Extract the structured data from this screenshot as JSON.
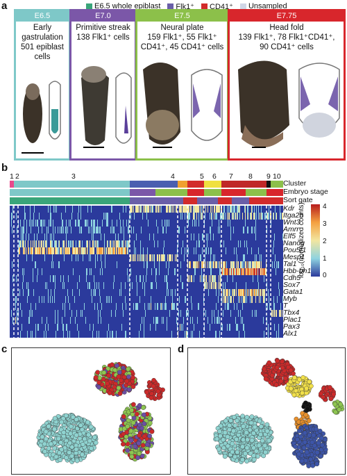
{
  "panel_labels": {
    "a": "a",
    "b": "b",
    "c": "c",
    "d": "d"
  },
  "legend": [
    {
      "label": "E6.5 whole epiblast",
      "color": "#3aa57a"
    },
    {
      "label": "Flk1⁺",
      "color": "#6a5fa8"
    },
    {
      "label": "CD41⁺",
      "color": "#d22b2b"
    },
    {
      "label": "Unsampled",
      "color": "#cfd6e6"
    }
  ],
  "stages": [
    {
      "name": "E6.5",
      "color": "#7ec8c8",
      "lines": [
        "Early",
        "gastrulation",
        "501 epiblast",
        "cells"
      ]
    },
    {
      "name": "E7.0",
      "color": "#7b57a8",
      "lines": [
        "Primitive streak",
        "138 Flk1⁺ cells"
      ]
    },
    {
      "name": "E7.5",
      "color": "#8cc04a",
      "lines": [
        "Neural plate",
        "159 Flk1⁺, 55 Flk1⁺",
        "CD41⁺, 45 CD41⁺ cells"
      ]
    },
    {
      "name": "E7.75",
      "color": "#d8262c",
      "lines": [
        "Head fold",
        "139 Flk1⁺, 78 Flk1⁺CD41⁺,",
        "90 CD41⁺ cells"
      ]
    }
  ],
  "heatmap": {
    "cluster_numbers": [
      "1",
      "2",
      "3",
      "4",
      "5",
      "6",
      "7",
      "8",
      "9",
      "10"
    ],
    "row_labels": [
      "Cluster",
      "Embryo stage",
      "Sort gate"
    ],
    "genes": [
      "Kdr",
      "Itga2b",
      "Wnt3",
      "Amn",
      "Elf5",
      "Nanog",
      "Pou5f1",
      "Mesp1",
      "Tal1",
      "Hbb-bh1",
      "Cdh5",
      "Sox7",
      "Gata1",
      "Myb",
      "T",
      "Tbx4",
      "Plac1",
      "Pax3",
      "Alx1"
    ],
    "colorbar_label": "log₁₀(normalized counts)",
    "colorbar_ticks": [
      "4",
      "3",
      "2",
      "1",
      "0"
    ],
    "cluster_colors": [
      "#e84a8c",
      "#7ec8c8",
      "#7ec8c8",
      "#4a5fb0",
      "#f0a030",
      "#d22b2b",
      "#f0e040",
      "#c02828",
      "#111111",
      "#8cc04a"
    ],
    "colors": {
      "low": "#2b3a9c",
      "mid": "#f2e6a0",
      "high": "#c62828"
    }
  },
  "scatter_colors": {
    "cyan": "#8fd3d0",
    "red": "#cc2a2a",
    "green": "#8ec651",
    "purple": "#6c4fa3",
    "yellow": "#f1e04a",
    "orange": "#e8902c",
    "blue": "#3d55a8",
    "black": "#111111"
  }
}
